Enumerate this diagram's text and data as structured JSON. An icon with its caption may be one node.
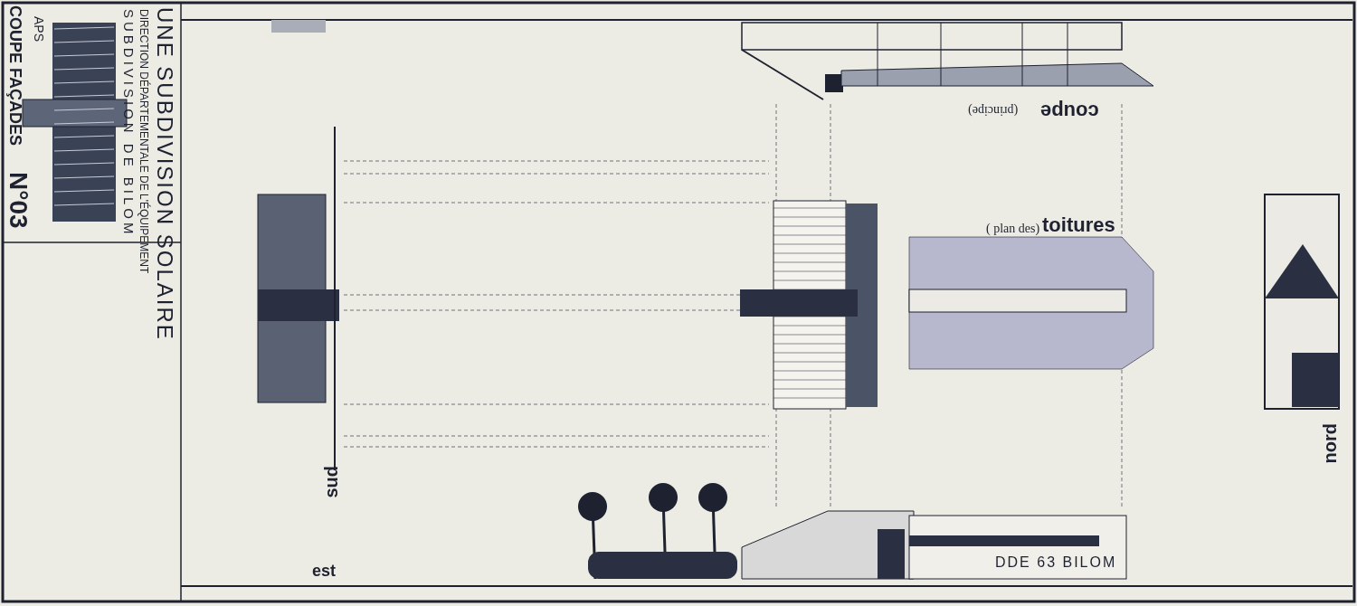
{
  "diagram": {
    "title": "UNE SUBDIVISION SOLAIRE",
    "labels": [
      "DIRECTION DÉPARTEMENTALE DE L'ÉQUIPEMENT",
      "SUBDIVISION DE BILOM",
      "APS",
      "COUPE FAÇADES",
      "N°03",
      "coupe",
      "(principe)",
      "( plan des)",
      "toitures",
      "sud",
      "nord",
      "est",
      "DDE 63 BILOM"
    ]
  }
}
